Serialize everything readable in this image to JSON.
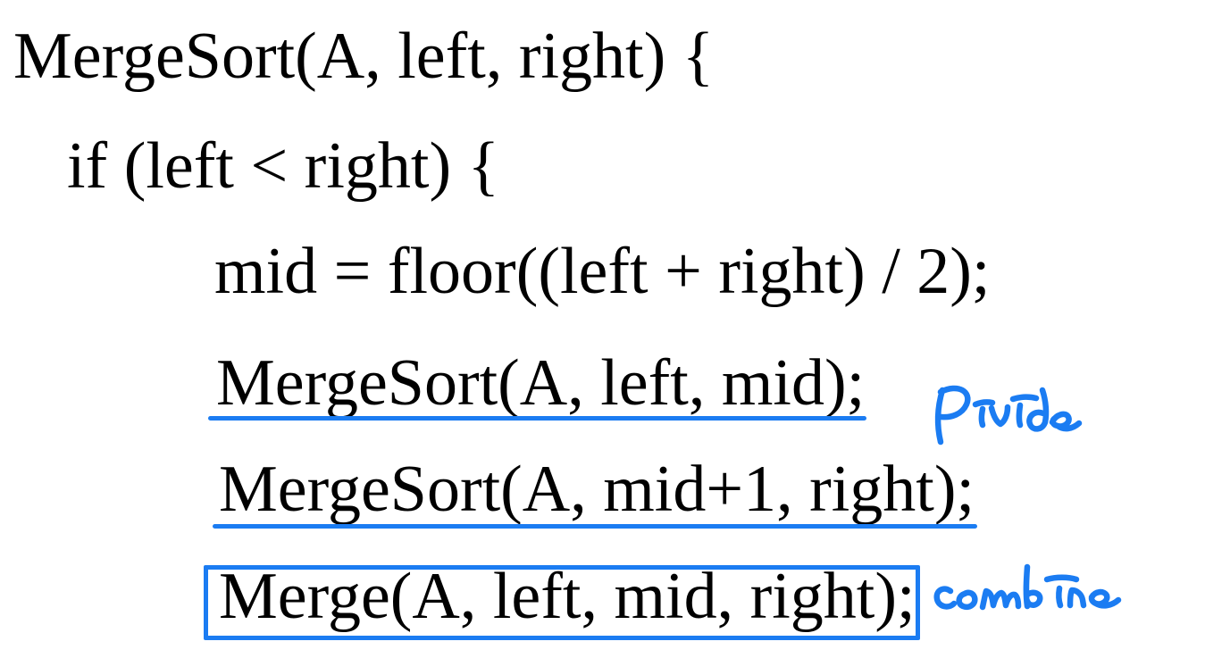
{
  "colors": {
    "background": "#ffffff",
    "text": "#000000",
    "ink_blue": "#1b7cf2"
  },
  "code": {
    "language_style": "pseudocode",
    "lines": [
      {
        "text": "MergeSort(A, left, right) {",
        "mark": "none"
      },
      {
        "text": "if (left < right) {",
        "mark": "none"
      },
      {
        "text": "mid = floor((left + right) / 2);",
        "mark": "none"
      },
      {
        "text": "MergeSort(A, left, mid);",
        "mark": "blue-underline"
      },
      {
        "text": "MergeSort(A, mid+1, right);",
        "mark": "blue-underline"
      },
      {
        "text": "Merge(A, left, mid, right);",
        "mark": "blue-box"
      }
    ]
  },
  "annotations": {
    "divide": {
      "label": "Divide",
      "style": "handwritten-blue-ink",
      "attached_to": "recursive MergeSort calls"
    },
    "combine": {
      "label": "combine",
      "style": "handwritten-blue-ink",
      "attached_to": "Merge call"
    }
  }
}
